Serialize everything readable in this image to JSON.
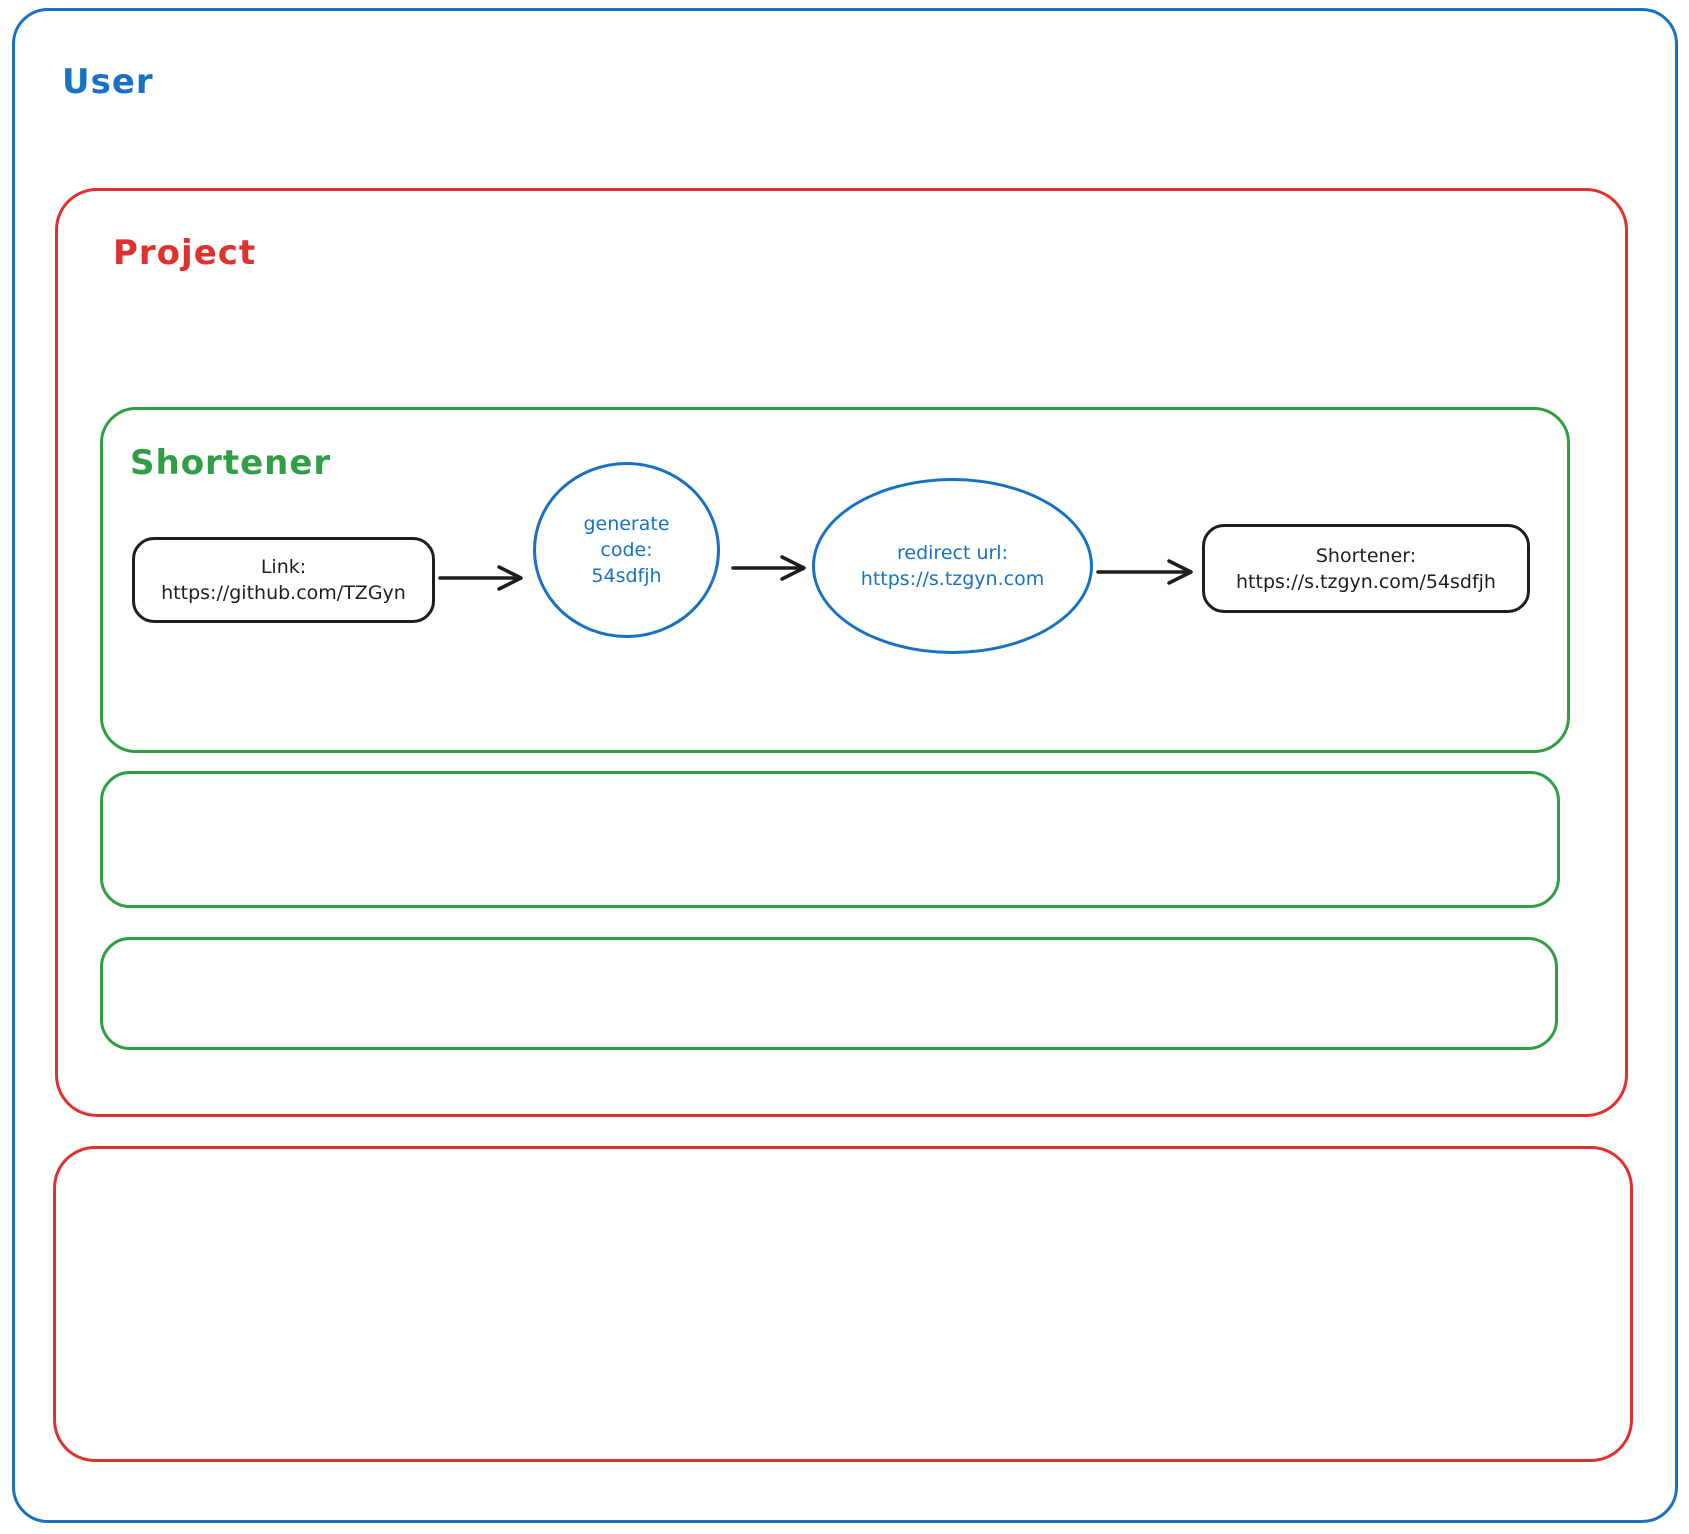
{
  "containers": {
    "user": {
      "label": "User",
      "color": "#1971c2"
    },
    "project": {
      "label": "Project",
      "color": "#e03131"
    },
    "shortener": {
      "label": "Shortener",
      "color": "#2f9e44"
    }
  },
  "flow": {
    "link_node": {
      "shape": "rounded-rectangle",
      "color": "#1e1e1e",
      "lines": [
        "Link:",
        "https://github.com/TZGyn"
      ]
    },
    "generate_code_node": {
      "shape": "circle",
      "color": "#1971c2",
      "lines": [
        "generate",
        "code:",
        "54sdfjh"
      ]
    },
    "redirect_url_node": {
      "shape": "ellipse",
      "color": "#1971c2",
      "lines": [
        "redirect url:",
        "https://s.tzgyn.com"
      ]
    },
    "shortener_result_node": {
      "shape": "rounded-rectangle",
      "color": "#1e1e1e",
      "lines": [
        "Shortener:",
        "https://s.tzgyn.com/54sdfjh"
      ]
    }
  },
  "arrows": {
    "color": "#1e1e1e",
    "count": 3
  },
  "empty_boxes": {
    "green_count": 2,
    "red_count": 1
  }
}
